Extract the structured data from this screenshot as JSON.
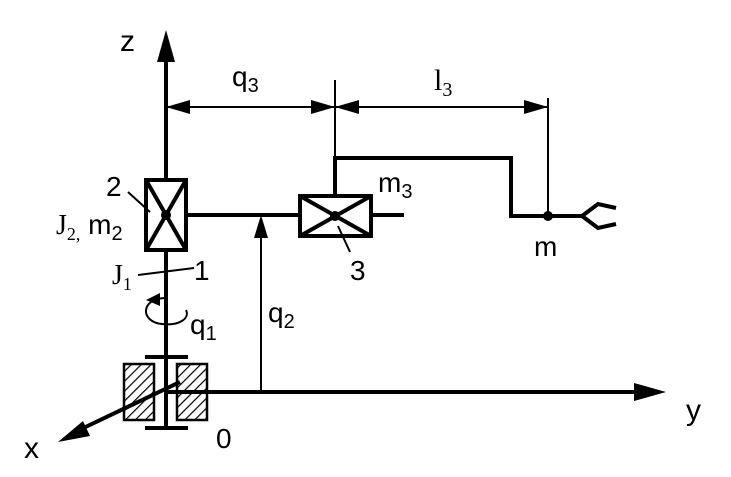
{
  "labels": {
    "axis_z": "z",
    "axis_y": "y",
    "axis_x": "x",
    "origin": "0",
    "q1": {
      "base": "q",
      "sub": "1"
    },
    "q2": {
      "base": "q",
      "sub": "2"
    },
    "q3": {
      "base": "q",
      "sub": "3"
    },
    "l3": {
      "base": "l",
      "sub": "3"
    },
    "m3": {
      "base": "m",
      "sub": "3"
    },
    "m": "m",
    "joint_2": "2",
    "joint_1": "1",
    "joint_3": "3",
    "J1": {
      "base": "J",
      "sub": "1"
    },
    "J2m2": {
      "base1": "J",
      "sub1": "2,",
      "base2": " m",
      "sub2": "2"
    }
  }
}
